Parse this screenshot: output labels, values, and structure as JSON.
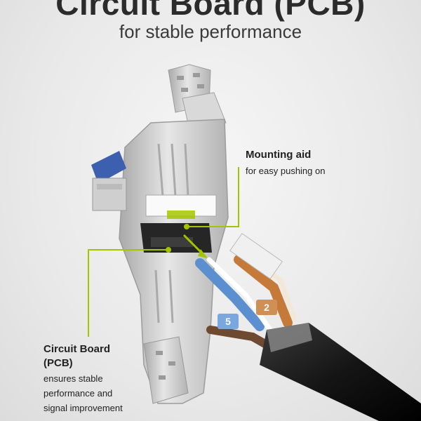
{
  "header": {
    "title": "Circuit Board (PCB)",
    "subtitle": "for stable performance"
  },
  "callouts": {
    "mounting_aid": {
      "title": "Mounting aid",
      "desc": "for easy pushing on"
    },
    "circuit_board": {
      "title_line1": "Circuit Board",
      "title_line2": "(PCB)",
      "desc_line1": "ensures stable",
      "desc_line2": "performance and",
      "desc_line3": "signal improvement"
    }
  },
  "illustration": {
    "wire_numbers": [
      "5",
      "2"
    ],
    "colors": {
      "accent": "#a4c400",
      "metal": "#c8c8c8",
      "pcb": "#262626",
      "cable": "#1b1b1b",
      "blue_wire": "#5b8fd0",
      "orange_wire": "#c57a3a",
      "brown_wire": "#6d4a30",
      "blue_contacts": "#3d5fb0"
    }
  }
}
